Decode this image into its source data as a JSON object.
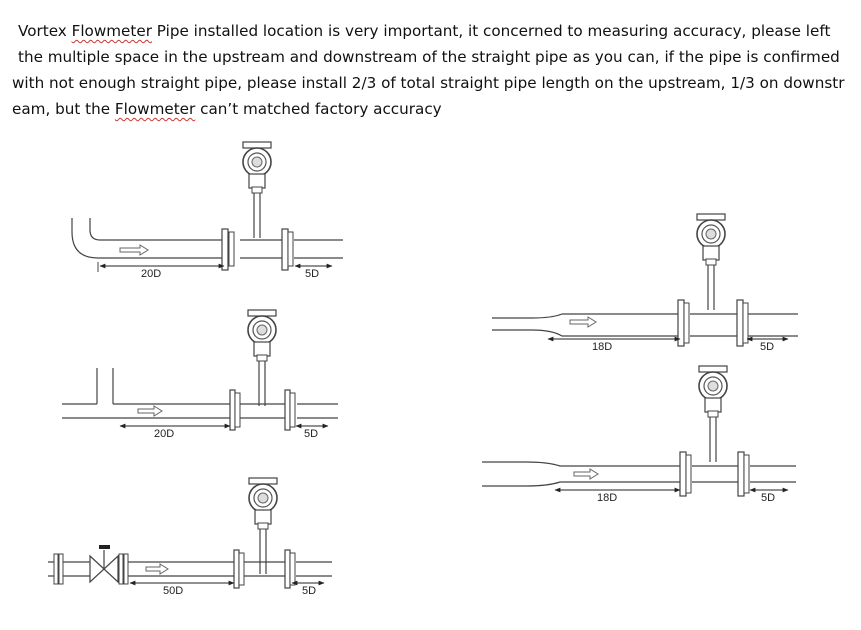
{
  "paragraph": {
    "line1_a": "Vortex ",
    "line1_b": "Flowmeter",
    "line1_c": " Pipe installed location is very important, it concerned to measuring accuracy, please left",
    "line2": "the multiple space in the upstream and downstream of the straight pipe as you can, if the pipe is confirmed",
    "line3": "with not enough straight pipe, please install 2/3 of total straight pipe length on the upstream, 1/3 on downstr",
    "line4_a": "eam, but the ",
    "line4_b": "Flowmeter",
    "line4_c": " can’t matched factory accuracy"
  },
  "diagrams": [
    {
      "id": "elbow",
      "upstream": "20D",
      "downstream": "5D"
    },
    {
      "id": "tee",
      "upstream": "20D",
      "downstream": "5D"
    },
    {
      "id": "valve",
      "upstream": "50D",
      "downstream": "5D"
    },
    {
      "id": "expander",
      "upstream": "18D",
      "downstream": "5D"
    },
    {
      "id": "reducer",
      "upstream": "18D",
      "downstream": "5D"
    }
  ]
}
